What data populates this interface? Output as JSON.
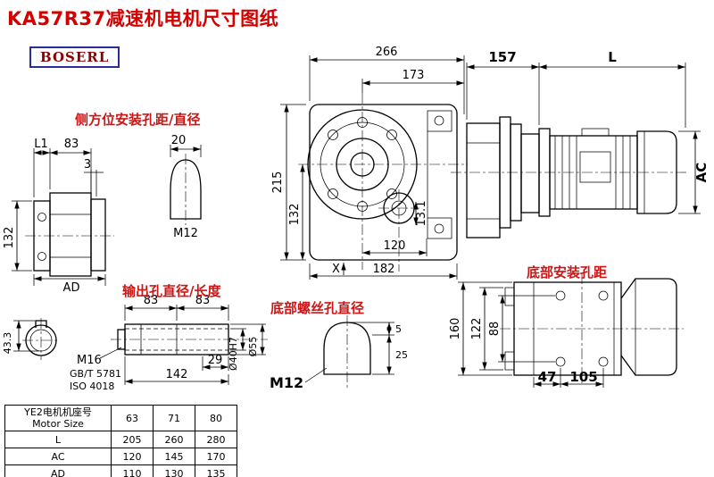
{
  "title": "KA57R37减速机电机尺寸图纸",
  "logo": "BOSERL",
  "labels": {
    "side_mount": "侧方位安装孔距/直径",
    "output_hole": "输出孔直径/长度",
    "bottom_screw": "底部螺丝孔直径",
    "bottom_mount": "底部安装孔距"
  },
  "main_view": {
    "d266": "266",
    "d173": "173",
    "d215": "215",
    "d132": "132",
    "d120": "120",
    "d182": "182",
    "d13_1": "13.1",
    "x_mark": "X"
  },
  "motor_view": {
    "d157": "157",
    "L": "L",
    "AC": "AC"
  },
  "side_view": {
    "L1": "L1",
    "d83": "83",
    "d3": "3",
    "d20": "20",
    "d132": "132",
    "AD": "AD",
    "M12": "M12"
  },
  "output_view": {
    "d83a": "83",
    "d83b": "83",
    "d43_3": "43.3",
    "M16": "M16",
    "gb": "GB/T 5781",
    "iso": "ISO 4018",
    "d29": "29",
    "d142": "142",
    "d40": "Ø40H7",
    "d55": "Ø55"
  },
  "screw_view": {
    "d5": "5",
    "d25": "25",
    "M12": "M12"
  },
  "bottom_view": {
    "d160": "160",
    "d122": "122",
    "d88": "88",
    "d47": "47",
    "d105": "105"
  },
  "table": {
    "header": {
      "name_cn": "YE2电机机座号",
      "name_en": "Motor Size",
      "c1": "63",
      "c2": "71",
      "c3": "80"
    },
    "rows": [
      {
        "label": "L",
        "c1": "205",
        "c2": "260",
        "c3": "280"
      },
      {
        "label": "AC",
        "c1": "120",
        "c2": "145",
        "c3": "170"
      },
      {
        "label": "AD",
        "c1": "110",
        "c2": "130",
        "c3": "135"
      }
    ]
  }
}
